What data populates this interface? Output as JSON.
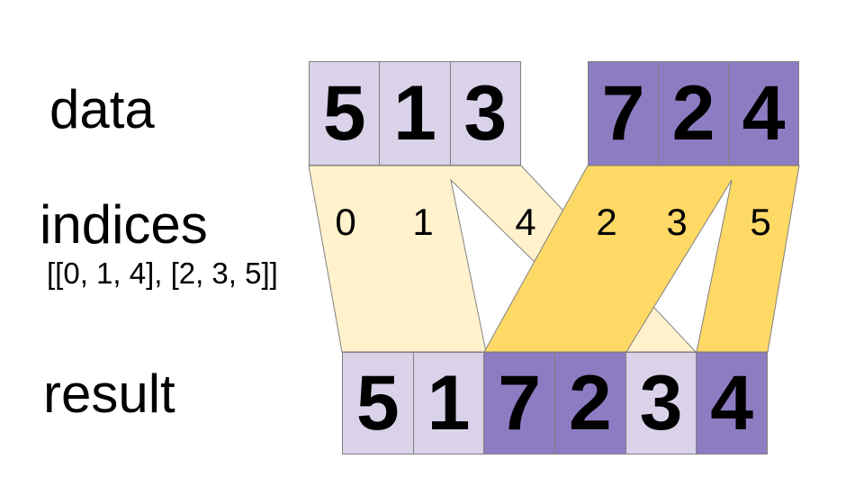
{
  "labels": {
    "data": "data",
    "indices": "indices",
    "indices_detail": "[[0, 1, 4], [2, 3, 5]]",
    "result": "result"
  },
  "data": {
    "block1": {
      "values": [
        "5",
        "1",
        "3"
      ],
      "color_name": "light-purple"
    },
    "block2": {
      "values": [
        "7",
        "2",
        "4"
      ],
      "color_name": "dark-purple"
    }
  },
  "indices": {
    "group1": [
      "0",
      "1",
      "4"
    ],
    "group2": [
      "2",
      "3",
      "5"
    ]
  },
  "result": {
    "values": [
      "5",
      "1",
      "7",
      "2",
      "3",
      "4"
    ],
    "variants": [
      "light",
      "light",
      "dark",
      "dark",
      "light",
      "dark"
    ]
  },
  "colors": {
    "light_purple": "#d9d2e9",
    "dark_purple": "#8e7cc3",
    "cream": "#fff2cc",
    "gold": "#ffd966",
    "border": "#808080",
    "text": "#000000",
    "background": "#ffffff"
  }
}
